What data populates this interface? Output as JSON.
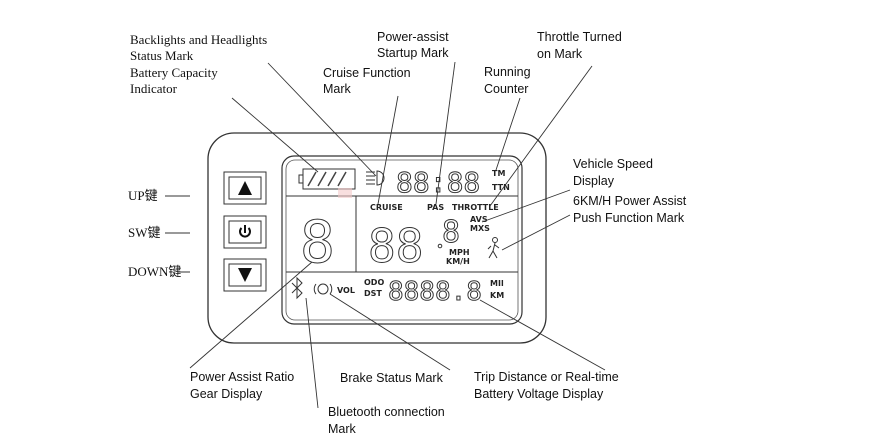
{
  "labels": {
    "backlights": [
      "Backlights and Headlights",
      "Status Mark"
    ],
    "battery": [
      "Battery Capacity",
      "Indicator"
    ],
    "cruise": [
      "Cruise Function",
      "Mark"
    ],
    "power_assist": [
      "Power-assist",
      "Startup Mark"
    ],
    "throttle": [
      "Throttle Turned",
      "on Mark"
    ],
    "running": [
      "Running",
      "Counter"
    ],
    "speed": [
      "Vehicle Speed",
      "Display"
    ],
    "push": [
      "6KM/H Power Assist",
      "Push Function Mark"
    ],
    "ratio": [
      "Power Assist Ratio",
      "Gear Display"
    ],
    "brake": [
      "Brake Status Mark"
    ],
    "bluetooth": [
      "Bluetooth connection",
      "Mark"
    ],
    "trip": [
      "Trip Distance or Real-time",
      "Battery Voltage Display"
    ]
  },
  "buttons": {
    "up": "UP键",
    "sw": "SW键",
    "down": "DOWN键"
  },
  "lcd": {
    "tm": "TM",
    "ttn": "TTN",
    "cruise": "CRUISE",
    "pas": "PAS",
    "throttle": "THROTTLE",
    "avs": "AVS",
    "mxs": "MXS",
    "mph": "MPH",
    "kmh": "KM/H",
    "vol": "VOL",
    "odo": "ODO",
    "dst": "DST",
    "mil": "MIl",
    "km": "KM",
    "time_digits": "88:88",
    "gear_digit": "8",
    "speed_digits": "88",
    "small_digit": "8",
    "trip_digits": "8888.8"
  }
}
